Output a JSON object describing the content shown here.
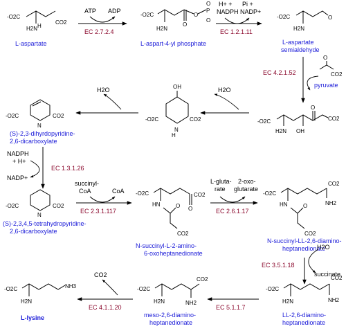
{
  "compounds": {
    "c1": [
      "L-aspartate"
    ],
    "c2": [
      "L-aspart-4-yl phosphate"
    ],
    "c3": [
      "L-aspartate",
      "semialdehyde"
    ],
    "c4": [
      "(S)-2,3-dihyrdopyridine-",
      "2,6-dicarboxylate"
    ],
    "c5": [
      "(S)-2,3,4,5-tetrahydropyridine-",
      "2,6-dicarboxylate"
    ],
    "c6": [
      "N-succinyl-L-2-amino-",
      "6-oxoheptanedionate"
    ],
    "c7": [
      "N-succinyl-LL-2,6-diamino-",
      "heptanedionate"
    ],
    "c8": [
      "LL-2,6-diamino-",
      "heptanedionate"
    ],
    "c9": [
      "meso-2,6-diamino-",
      "heptanedionate"
    ],
    "c10": [
      "L-lysine"
    ],
    "pyruvate": "pyruvate"
  },
  "enzymes": {
    "e1": "EC 2.7.2.4",
    "e2": "EC 1.2.1.11",
    "e3": "EC 4.2.1.52",
    "e4": "EC 1.3.1.26",
    "e5": "EC 2.3.1.117",
    "e6": "EC 2.6.1.17",
    "e7": "EC 3.5.1.18",
    "e8": "EC 5.1.1.7",
    "e9": "EC 4.1.1.20"
  },
  "cofactors": {
    "atp": "ATP",
    "adp": "ADP",
    "hplus_nadph": [
      "H+ +",
      "NADPH"
    ],
    "pi_nadp": [
      "Pi +",
      "NADP+"
    ],
    "water": "H2O",
    "nadph_h": [
      "NADPH",
      "+ H+"
    ],
    "nadp": "NADP+",
    "succinyl_coa": [
      "succinyl-",
      "CoA"
    ],
    "coa": "CoA",
    "glutamate": [
      "L-gluta-",
      "rate"
    ],
    "oxoglutarate": [
      "2-oxo-",
      "glutarate"
    ],
    "succinate": "succinate",
    "co2": "CO2"
  },
  "atom_labels": {
    "carboxylate": "CO2",
    "carboxylate_neg": "-",
    "o2c": "O2C",
    "o_neg": "O",
    "amine": "H2N",
    "amine2": "NH2",
    "amine3": "NH3",
    "nh": "HN",
    "n": "N",
    "oh": "OH",
    "o": "O",
    "p": "P",
    "h": "H"
  }
}
